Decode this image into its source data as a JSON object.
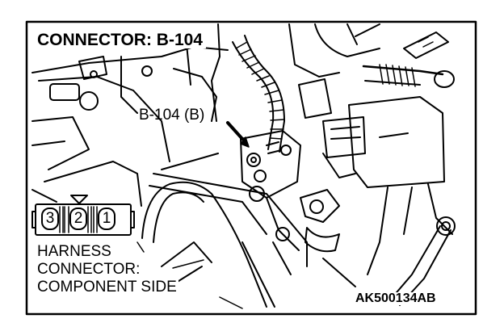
{
  "title": "CONNECTOR: B-104",
  "callout_label": "B-104 (B)",
  "harness_lines": [
    "HARNESS",
    "CONNECTOR:",
    "COMPONENT SIDE"
  ],
  "pins": [
    "3",
    "2",
    "1"
  ],
  "figure_code": "AK500134AB"
}
